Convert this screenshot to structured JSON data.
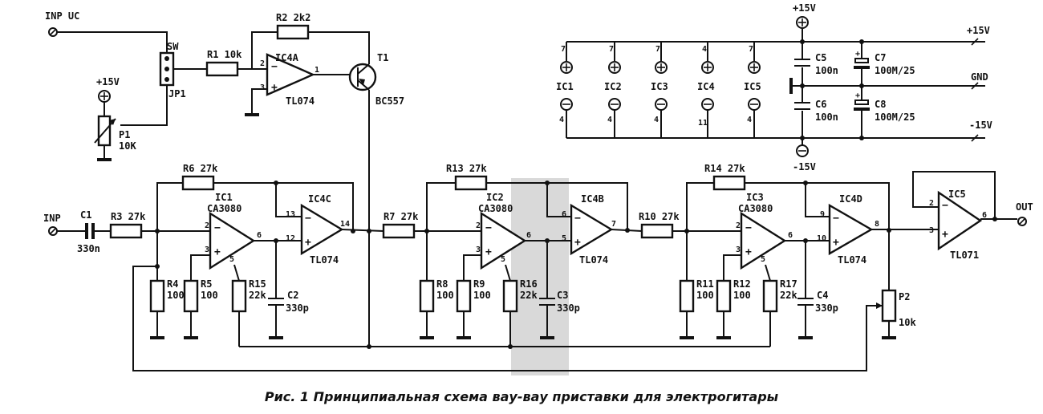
{
  "labels": {
    "inp_uc": "INP UC",
    "inp": "INP",
    "out": "OUT",
    "sw": "SW",
    "jp1": "JP1",
    "plus15_top": "+15V",
    "plus15_rail": "+15V",
    "gnd": "GND",
    "minus15_rail": "-15V",
    "minus15_bottom": "-15V",
    "plus15_p1": "+15V",
    "r1": "R1 10k",
    "r2": "R2 2k2",
    "r3": "R3 27k",
    "r4": "R4",
    "r4v": "100",
    "r5": "R5",
    "r5v": "100",
    "r6": "R6 27k",
    "r7": "R7 27k",
    "r8": "R8",
    "r8v": "100",
    "r9": "R9",
    "r9v": "100",
    "r10": "R10 27k",
    "r11": "R11",
    "r11v": "100",
    "r12": "R12",
    "r12v": "100",
    "r13": "R13 27k",
    "r14": "R14 27k",
    "r15": "R15",
    "r15v": "22k",
    "r16": "R16",
    "r16v": "22k",
    "r17": "R17",
    "r17v": "22k",
    "c1": "C1",
    "c1v": "330n",
    "c2": "C2",
    "c2v": "330p",
    "c3": "C3",
    "c3v": "330p",
    "c4": "C4",
    "c4v": "330p",
    "c5": "C5",
    "c5v": "100n",
    "c6": "C6",
    "c6v": "100n",
    "c7": "C7",
    "c7v": "100M/25",
    "c8": "C8",
    "c8v": "100M/25",
    "p1": "P1",
    "p1v": "10K",
    "p2": "P2",
    "p2v": "10k",
    "t1": "T1",
    "t1v": "BC557",
    "ic4a": "IC4A",
    "ic4b": "IC4B",
    "ic4c": "IC4C",
    "ic4d": "IC4D",
    "tl074": "TL074",
    "ic1": "IC1",
    "ic2": "IC2",
    "ic3": "IC3",
    "ic5": "IC5",
    "ca3080": "CA3080",
    "tl071": "TL071",
    "ic1p": "IC1",
    "ic2p": "IC2",
    "ic3p": "IC3",
    "ic4p": "IC4",
    "ic5p": "IC5"
  },
  "caption": "Рис. 1  Принципиальная схема вау-вау приставки для электрогитары",
  "colors": {
    "highlight": "#d9d9d9",
    "ink": "#111111"
  }
}
